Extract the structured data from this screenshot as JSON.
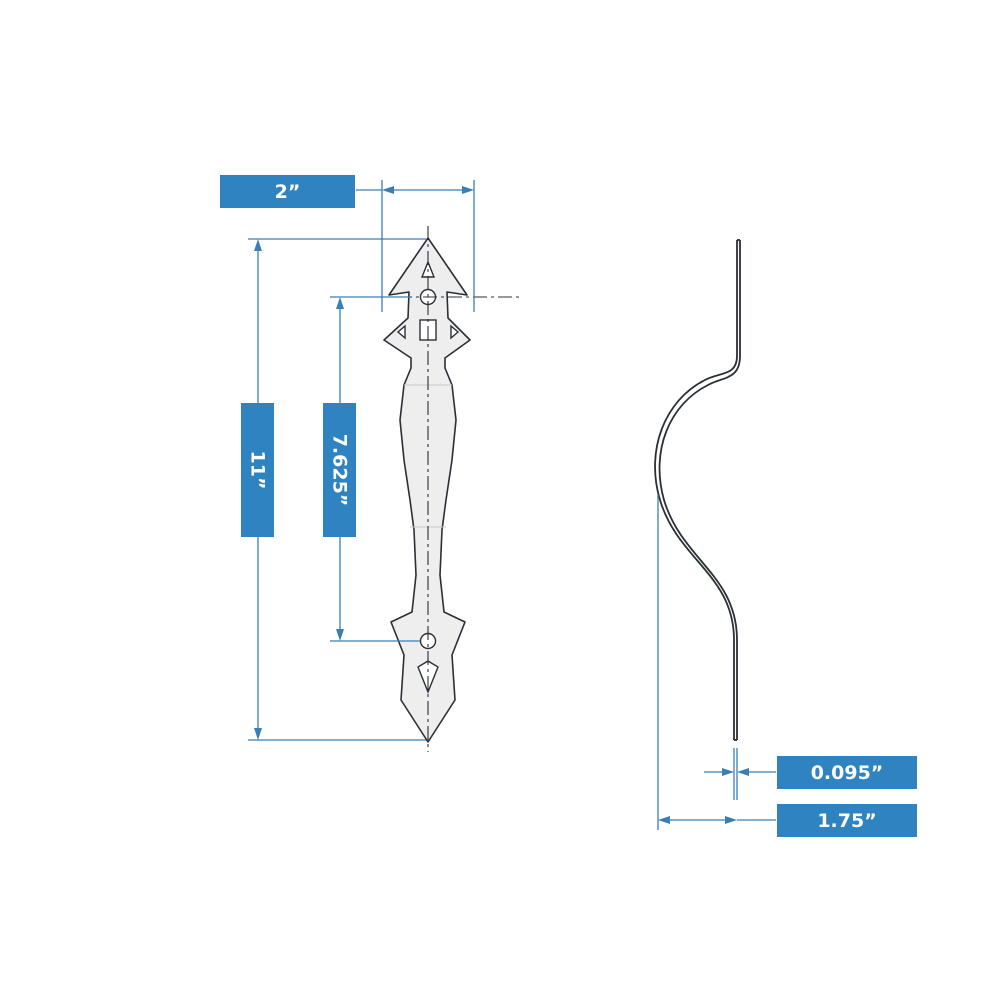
{
  "dimensions": {
    "width_label": "2”",
    "overall_length_label": "11”",
    "hole_spacing_label": "7.625”",
    "thickness_label": "0.095”",
    "depth_label": "1.75”"
  },
  "colors": {
    "label_fill": "#2f83c0",
    "dimension_line": "#3a7fb3",
    "part_outline": "#2b2f36",
    "part_fill": "#eeeeef"
  }
}
